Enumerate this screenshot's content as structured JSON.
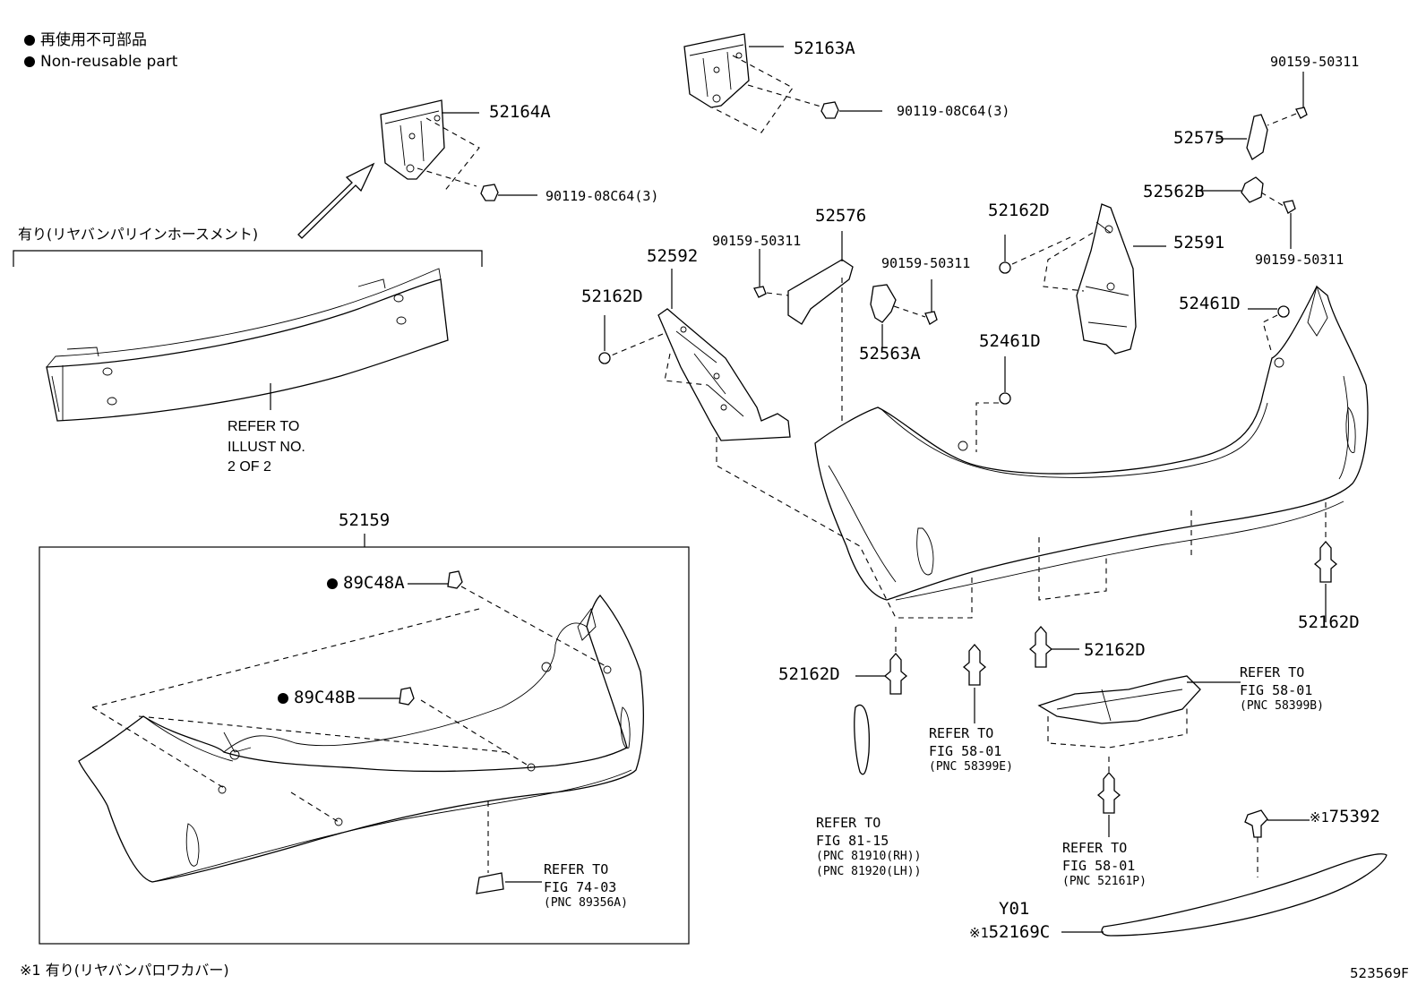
{
  "legend": {
    "jp": "再使用不可部品",
    "en": "Non-reusable part"
  },
  "diagram_code": "523569F",
  "reinforcement_note_jp": "有り(リヤバンパリインホースメント)",
  "lower_cover_note": {
    "mark": "※1",
    "text": "有り(リヤバンパロワカバー)"
  },
  "refer_illust": {
    "line1": "REFER TO",
    "line2": "ILLUST NO.",
    "line3": "2 OF 2"
  },
  "parts": {
    "p52164A": "52164A",
    "p52163A": "52163A",
    "p9011908C64_a": "90119-08C64(3)",
    "p9011908C64_b": "90119-08C64(3)",
    "p9015950311_a": "90159-50311",
    "p9015950311_b": "90159-50311",
    "p9015950311_c": "90159-50311",
    "p9015950311_d": "90159-50311",
    "p52575": "52575",
    "p52562B": "52562B",
    "p52576": "52576",
    "p52162D_a": "52162D",
    "p52162D_b": "52162D",
    "p52162D_c": "52162D",
    "p52162D_d": "52162D",
    "p52162D_e": "52162D",
    "p52591": "52591",
    "p52592": "52592",
    "p52563A": "52563A",
    "p52461D_a": "52461D",
    "p52461D_b": "52461D",
    "p52159": "52159",
    "p89C48A": "89C48A",
    "p89C48B": "89C48B",
    "p75392": "75392",
    "p75392_mark": "※1",
    "pY01": "Y01",
    "p52169C": "52169C",
    "p52169C_mark": "※1"
  },
  "refs": {
    "fig7403": {
      "l1": "REFER TO",
      "l2": "FIG 74-03",
      "l3": "(PNC 89356A)"
    },
    "fig8115": {
      "l1": "REFER TO",
      "l2": "FIG 81-15",
      "l3": "(PNC 81910(RH))",
      "l4": "(PNC 81920(LH))"
    },
    "fig5801_e": {
      "l1": "REFER TO",
      "l2": "FIG 58-01",
      "l3": "(PNC 58399E)"
    },
    "fig5801_b": {
      "l1": "REFER TO",
      "l2": "FIG 58-01",
      "l3": "(PNC 58399B)"
    },
    "fig5801_p": {
      "l1": "REFER TO",
      "l2": "FIG 58-01",
      "l3": "(PNC 52161P)"
    }
  }
}
